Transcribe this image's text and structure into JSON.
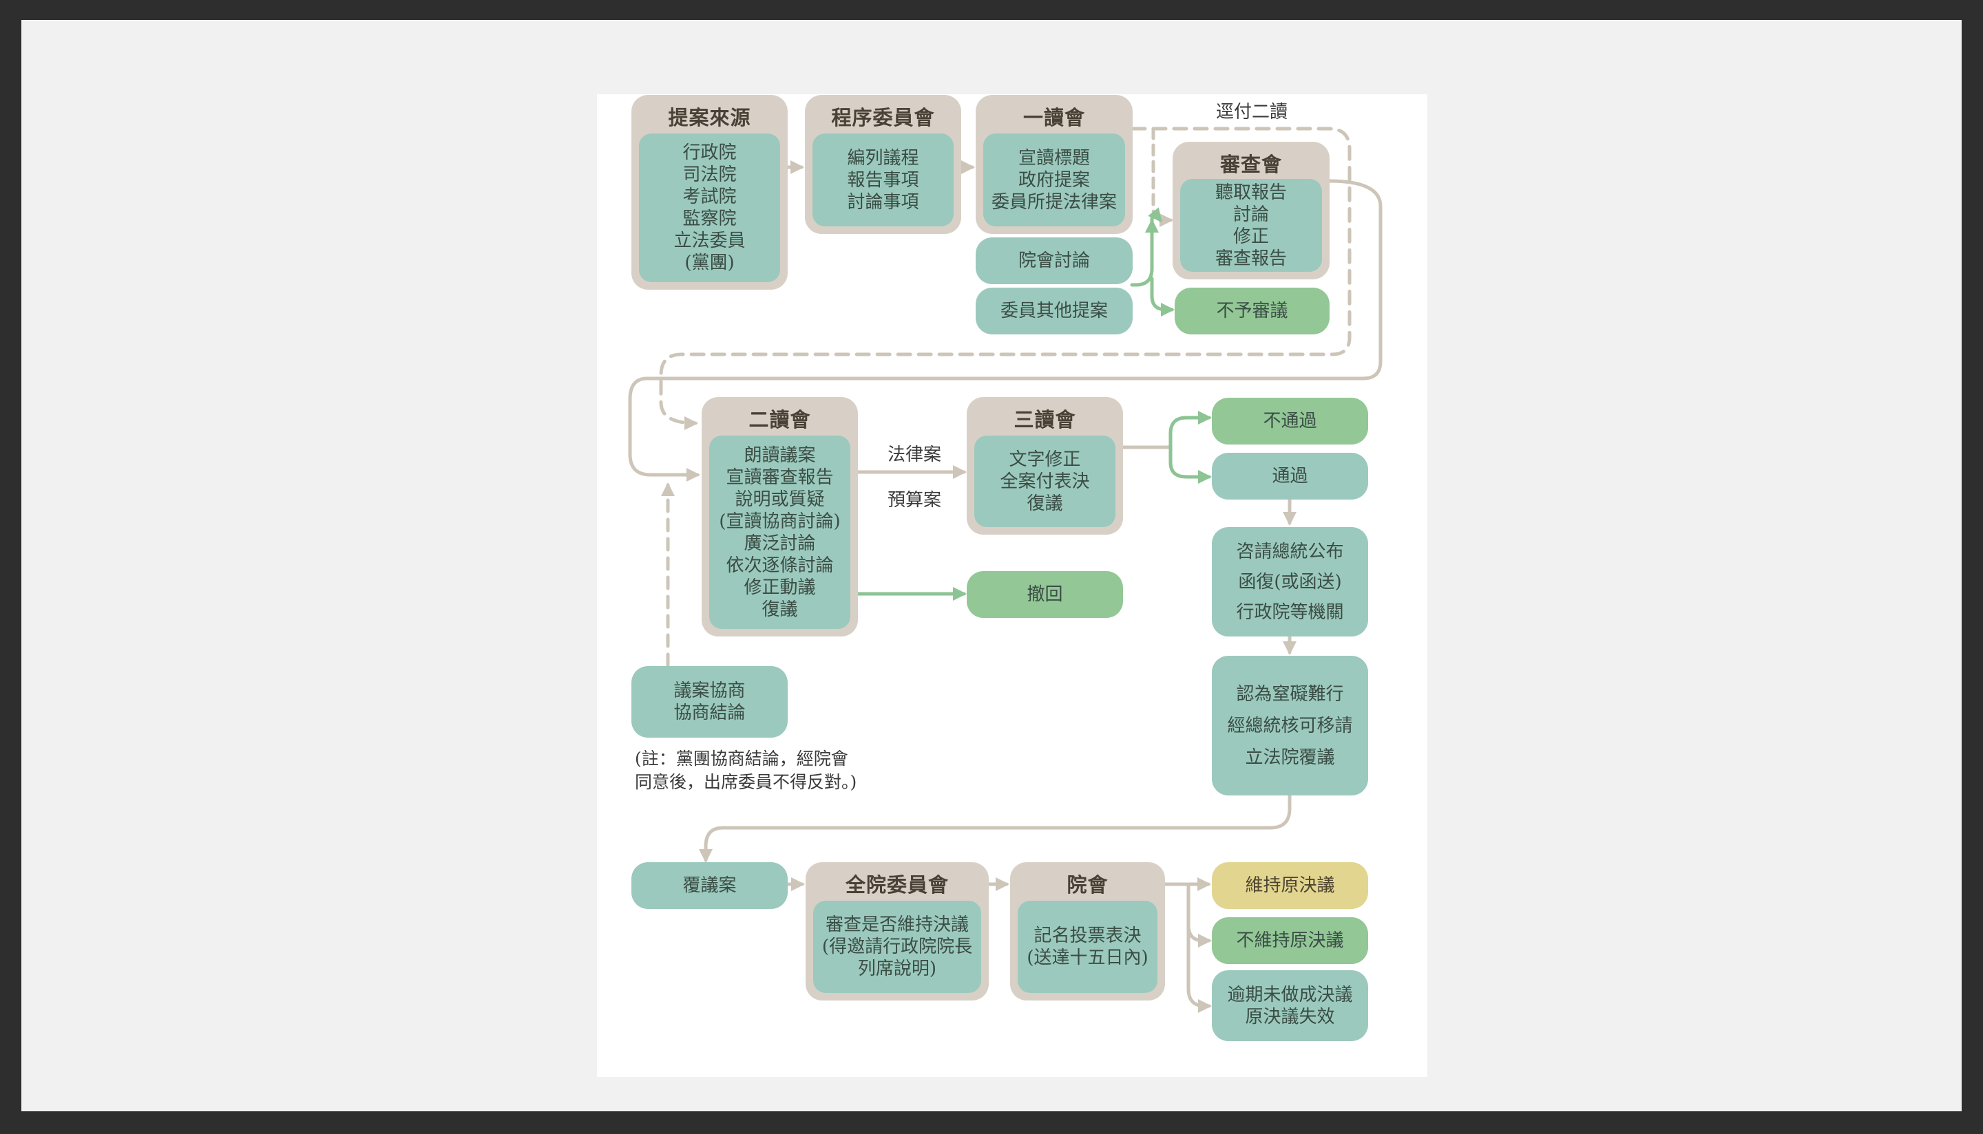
{
  "boxes": {
    "source": {
      "title": "提案來源",
      "lines": [
        "行政院",
        "司法院",
        "考試院",
        "監察院",
        "立法委員",
        "(黨團)"
      ]
    },
    "procedure": {
      "title": "程序委員會",
      "lines": [
        "編列議程",
        "報告事項",
        "討論事項"
      ]
    },
    "first_reading": {
      "title": "一讀會",
      "lines": [
        "宣讀標題",
        "政府提案",
        "委員所提法律案"
      ]
    },
    "review": {
      "title": "審查會",
      "lines": [
        "聽取報告",
        "討論",
        "修正",
        "審查報告"
      ]
    },
    "second_reading": {
      "title": "二讀會",
      "lines": [
        "朗讀議案",
        "宣讀審查報告",
        "說明或質疑",
        "(宣讀協商討論)",
        "廣泛討論",
        "依次逐條討論",
        "修正動議",
        "復議"
      ]
    },
    "third_reading": {
      "title": "三讀會",
      "lines": [
        "文字修正",
        "全案付表決",
        "復議"
      ]
    },
    "committee_whole": {
      "title": "全院委員會",
      "lines": [
        "審查是否維持決議",
        "(得邀請行政院院長",
        "列席說明)"
      ]
    },
    "plenary": {
      "title": "院會",
      "lines": [
        "記名投票表決",
        "(送達十五日內)"
      ]
    }
  },
  "pills": {
    "plenary_discussion": [
      "院會討論"
    ],
    "member_proposals": [
      "委員其他提案"
    ],
    "no_review": [
      "不予審議"
    ],
    "fail": [
      "不通過"
    ],
    "pass": [
      "通過"
    ],
    "promulgate": [
      "咨請總統公布",
      "函復(或函送)",
      "行政院等機關"
    ],
    "reconsider_request": [
      "認為窒礙難行",
      "經總統核可移請",
      "立法院覆議"
    ],
    "withdraw": [
      "撤回"
    ],
    "negotiation": [
      "議案協商",
      "協商結論"
    ],
    "reconsideration_case": [
      "覆議案"
    ],
    "maintain": [
      "維持原決議"
    ],
    "not_maintain": [
      "不維持原決議"
    ],
    "expired": [
      "逾期未做成決議",
      "原決議失效"
    ]
  },
  "labels": {
    "direct_second": "逕付二讀",
    "law_bill": "法律案",
    "budget_bill": "預算案"
  },
  "note": [
    "(註：黨團協商結論，經院會",
    "同意後，出席委員不得反對。)"
  ],
  "colors": {
    "outer_box": "#d8d0c6",
    "inner_box": "#9cc9bd",
    "green_pill": "#93c796",
    "yellow_pill": "#e2d590",
    "arrow": "#cdc5b8",
    "green_arrow": "#8cc493"
  }
}
